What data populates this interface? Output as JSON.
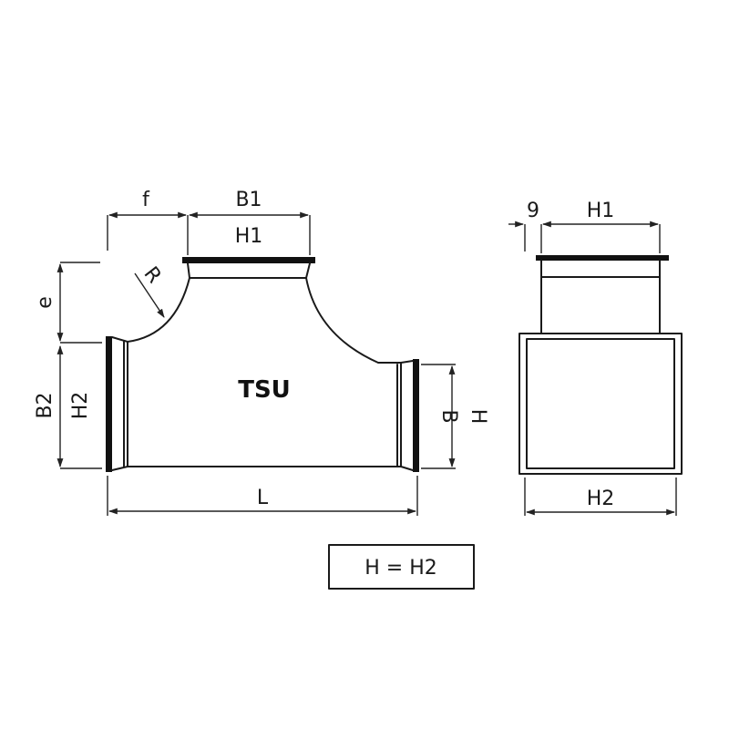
{
  "diagram": {
    "product_code": "TSU",
    "formula": "H = H2",
    "labels": {
      "f": "f",
      "b1": "B1",
      "h1_top": "H1",
      "r": "R",
      "e": "e",
      "b2": "B2",
      "h2_side": "H2",
      "b": "B",
      "h": "H",
      "l": "L",
      "g": "9",
      "h1_right": "H1",
      "h2_bottom": "H2"
    }
  }
}
